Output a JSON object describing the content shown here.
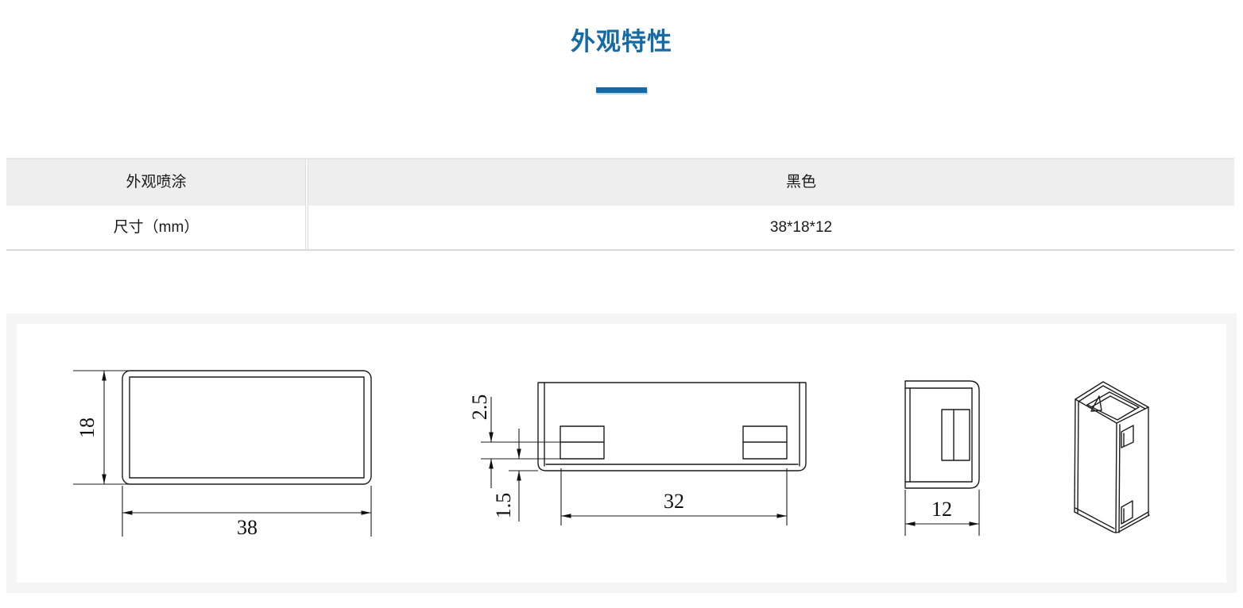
{
  "header": {
    "title": "外观特性",
    "title_color": "#166ba5",
    "underline_color": "#1569a4"
  },
  "spec_table": {
    "rows": [
      {
        "label": "外观喷涂",
        "value": "黑色"
      },
      {
        "label": "尺寸（mm）",
        "value": "38*18*12"
      }
    ],
    "header_bg": "#eeeeee"
  },
  "drawing": {
    "front_view": {
      "height_label": "18",
      "width_label": "38"
    },
    "bottom_view": {
      "clip_step_label": "2.5",
      "clip_bottom_label": "1.5",
      "clip_span_label": "32"
    },
    "side_view": {
      "width_label": "12"
    }
  }
}
